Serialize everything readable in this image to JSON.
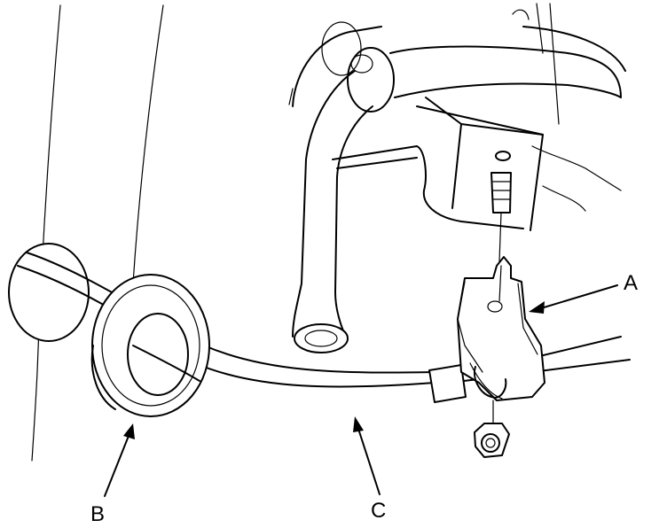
{
  "diagram": {
    "callouts": [
      {
        "id": "A",
        "label": "A"
      },
      {
        "id": "B",
        "label": "B"
      },
      {
        "id": "C",
        "label": "C"
      }
    ]
  }
}
